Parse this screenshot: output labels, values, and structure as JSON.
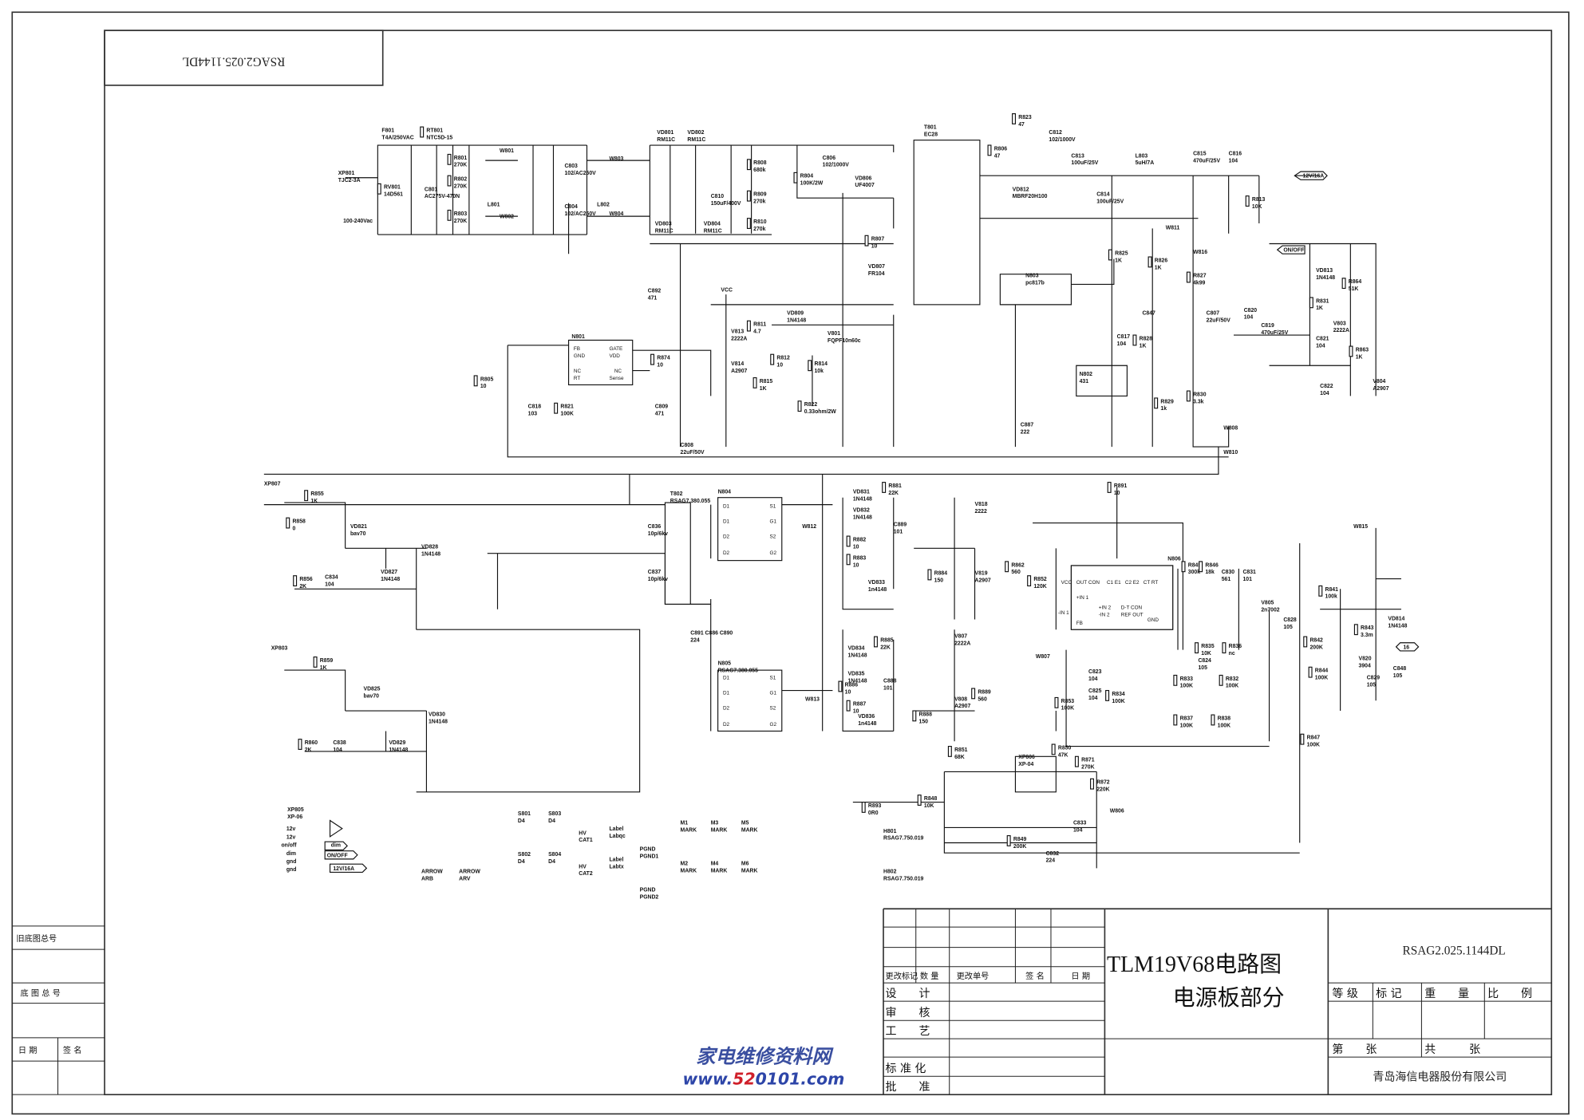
{
  "drawing_number": "RSAG2.025.1144DL",
  "drawing_number_rotated": "RSAG2.025.1144DL",
  "title_block": {
    "title_line1": "TLM19V68电路图",
    "title_line2": "电源板部分",
    "company": "青岛海信电器股份有限公司",
    "revision_headers": [
      "更改标记",
      "数 量",
      "更改单号",
      "签 名",
      "日 期"
    ],
    "sign_rows": [
      "设　　计",
      "审　　核",
      "工　　艺",
      "",
      "标 准 化",
      "批　　准"
    ],
    "grade_headers": [
      "等 级",
      "标 记",
      "重　　量",
      "比　　例"
    ],
    "sheet_label": "第　　张",
    "total_label": "共　　　张"
  },
  "left_strip": {
    "old_base_no": "旧底图总号",
    "base_no": "底 图 总 号",
    "date": "日 期",
    "sign": "签 名"
  },
  "watermark": {
    "cn": "家电维修资料网",
    "url_prefix": "www.",
    "url_red": "52",
    "url_suffix": "0101.com",
    "colors": {
      "blue": "#2d45a8",
      "red": "#d0202a"
    }
  },
  "ic_pins": {
    "n801": [
      "FB",
      "GND",
      "NC",
      "RT",
      "GATE",
      "VDD",
      "NC",
      "Sense"
    ],
    "n804": [
      "D1",
      "D1",
      "D2",
      "D2",
      "S1",
      "G1",
      "S2",
      "G2"
    ],
    "n805": [
      "D1",
      "D1",
      "D2",
      "D2",
      "S1",
      "G1",
      "S2",
      "G2"
    ],
    "n806": [
      "C1 E1",
      "C2 E2",
      "CT RT",
      "OUT CON",
      "+IN 1",
      "-IN 1",
      "FB",
      "+IN 2",
      "-IN 2",
      "D-T CON",
      "REF OUT",
      "GND",
      "VCC"
    ]
  },
  "net_flags": [
    "12V/16A",
    "ON/OFF",
    "VCC",
    "16",
    "dim",
    "ON/OFF",
    "12V/16A"
  ],
  "components": [
    {
      "ref": "F801",
      "value": "T4A/250VAC"
    },
    {
      "ref": "RT801",
      "value": "NTC5D-15"
    },
    {
      "ref": "XP801",
      "value": "TJC2-3A"
    },
    {
      "ref": "",
      "value": "100-240Vac"
    },
    {
      "ref": "RV801",
      "value": "14D561"
    },
    {
      "ref": "C801",
      "value": "AC275V-470N"
    },
    {
      "ref": "R801",
      "value": "270K"
    },
    {
      "ref": "R802",
      "value": "270K"
    },
    {
      "ref": "R803",
      "value": "270K"
    },
    {
      "ref": "W801",
      "value": ""
    },
    {
      "ref": "W802",
      "value": ""
    },
    {
      "ref": "L801",
      "value": ""
    },
    {
      "ref": "C803",
      "value": "102/AC250V"
    },
    {
      "ref": "C804",
      "value": "102/AC250V"
    },
    {
      "ref": "W803",
      "value": ""
    },
    {
      "ref": "W804",
      "value": ""
    },
    {
      "ref": "L802",
      "value": ""
    },
    {
      "ref": "VD801",
      "value": "RM11C"
    },
    {
      "ref": "VD802",
      "value": "RM11C"
    },
    {
      "ref": "VD803",
      "value": "RM11C"
    },
    {
      "ref": "VD804",
      "value": "RM11C"
    },
    {
      "ref": "C810",
      "value": "150uF/400V"
    },
    {
      "ref": "R808",
      "value": "680k"
    },
    {
      "ref": "R809",
      "value": "270k"
    },
    {
      "ref": "R810",
      "value": "270k"
    },
    {
      "ref": "R804",
      "value": "100K/2W"
    },
    {
      "ref": "C806",
      "value": "102/1000V"
    },
    {
      "ref": "VD806",
      "value": "UF4007"
    },
    {
      "ref": "T801",
      "value": "EC28"
    },
    {
      "ref": "R823",
      "value": "47"
    },
    {
      "ref": "R806",
      "value": "47"
    },
    {
      "ref": "C812",
      "value": "102/1000V"
    },
    {
      "ref": "VD812",
      "value": "MBRF20H100"
    },
    {
      "ref": "C813",
      "value": "100uF/25V"
    },
    {
      "ref": "C814",
      "value": "100uF/25V"
    },
    {
      "ref": "L803",
      "value": "5uH/7A"
    },
    {
      "ref": "C815",
      "value": "470uF/25V"
    },
    {
      "ref": "C816",
      "value": "104"
    },
    {
      "ref": "R813",
      "value": "10K"
    },
    {
      "ref": "W811",
      "value": ""
    },
    {
      "ref": "R825",
      "value": "1K"
    },
    {
      "ref": "R826",
      "value": "1K"
    },
    {
      "ref": "W816",
      "value": ""
    },
    {
      "ref": "R827",
      "value": "4k99"
    },
    {
      "ref": "N803",
      "value": "pc817b"
    },
    {
      "ref": "C847",
      "value": ""
    },
    {
      "ref": "C817",
      "value": "104"
    },
    {
      "ref": "R828",
      "value": "1K"
    },
    {
      "ref": "N802",
      "value": "431"
    },
    {
      "ref": "R829",
      "value": "1k"
    },
    {
      "ref": "R830",
      "value": "3.3k"
    },
    {
      "ref": "C807",
      "value": "22uF/50V"
    },
    {
      "ref": "C820",
      "value": "104"
    },
    {
      "ref": "C819",
      "value": "470uF/25V"
    },
    {
      "ref": "VD813",
      "value": "1N4148"
    },
    {
      "ref": "R864",
      "value": "51K"
    },
    {
      "ref": "R831",
      "value": "1K"
    },
    {
      "ref": "V803",
      "value": "2222A"
    },
    {
      "ref": "C821",
      "value": "104"
    },
    {
      "ref": "R863",
      "value": "1K"
    },
    {
      "ref": "V804",
      "value": "A2907"
    },
    {
      "ref": "C822",
      "value": "104"
    },
    {
      "ref": "V801",
      "value": "FQPF10n60c"
    },
    {
      "ref": "R807",
      "value": "10"
    },
    {
      "ref": "VD807",
      "value": "FR104"
    },
    {
      "ref": "C892",
      "value": "471"
    },
    {
      "ref": "N801",
      "value": ""
    },
    {
      "ref": "V813",
      "value": "2222A"
    },
    {
      "ref": "VD809",
      "value": "1N4148"
    },
    {
      "ref": "R811",
      "value": "4.7"
    },
    {
      "ref": "R812",
      "value": "10"
    },
    {
      "ref": "V814",
      "value": "A2907"
    },
    {
      "ref": "R814",
      "value": "10k"
    },
    {
      "ref": "R815",
      "value": "1K"
    },
    {
      "ref": "R822",
      "value": "0.33ohm/2W"
    },
    {
      "ref": "R874",
      "value": "10"
    },
    {
      "ref": "C809",
      "value": "471"
    },
    {
      "ref": "C808",
      "value": "22uF/50V"
    },
    {
      "ref": "R805",
      "value": "10"
    },
    {
      "ref": "C818",
      "value": "103"
    },
    {
      "ref": "R821",
      "value": "100K"
    },
    {
      "ref": "C887",
      "value": "222"
    },
    {
      "ref": "W808",
      "value": ""
    },
    {
      "ref": "W810",
      "value": ""
    },
    {
      "ref": "XP807",
      "value": ""
    },
    {
      "ref": "R855",
      "value": "1K"
    },
    {
      "ref": "R858",
      "value": "0"
    },
    {
      "ref": "VD821",
      "value": "bav70"
    },
    {
      "ref": "VD828",
      "value": "1N4148"
    },
    {
      "ref": "VD827",
      "value": "1N4148"
    },
    {
      "ref": "R856",
      "value": "2K"
    },
    {
      "ref": "C834",
      "value": "104"
    },
    {
      "ref": "T802",
      "value": "RSAG7.380.055"
    },
    {
      "ref": "C836",
      "value": "10p/6kv"
    },
    {
      "ref": "C837",
      "value": "10p/6kv"
    },
    {
      "ref": "N804",
      "value": ""
    },
    {
      "ref": "W812",
      "value": ""
    },
    {
      "ref": "C891 C886 C890",
      "value": "224"
    },
    {
      "ref": "N805",
      "value": "RSAG7.380.055"
    },
    {
      "ref": "W813",
      "value": ""
    },
    {
      "ref": "XP803",
      "value": ""
    },
    {
      "ref": "R859",
      "value": "1K"
    },
    {
      "ref": "VD825",
      "value": "bav70"
    },
    {
      "ref": "VD830",
      "value": "1N4148"
    },
    {
      "ref": "VD829",
      "value": "1N4148"
    },
    {
      "ref": "R860",
      "value": "2K"
    },
    {
      "ref": "C838",
      "value": "104"
    },
    {
      "ref": "R881",
      "value": "22K"
    },
    {
      "ref": "VD831",
      "value": "1N4148"
    },
    {
      "ref": "VD832",
      "value": "1N4148"
    },
    {
      "ref": "C889",
      "value": "101"
    },
    {
      "ref": "R882",
      "value": "10"
    },
    {
      "ref": "R883",
      "value": "10"
    },
    {
      "ref": "VD833",
      "value": "1n4148"
    },
    {
      "ref": "V818",
      "value": "2222"
    },
    {
      "ref": "V819",
      "value": "A2907"
    },
    {
      "ref": "R884",
      "value": "150"
    },
    {
      "ref": "R862",
      "value": "560"
    },
    {
      "ref": "R891",
      "value": "10"
    },
    {
      "ref": "N806",
      "value": ""
    },
    {
      "ref": "R845",
      "value": "300k"
    },
    {
      "ref": "R846",
      "value": "18k"
    },
    {
      "ref": "C830",
      "value": "561"
    },
    {
      "ref": "C831",
      "value": "101"
    },
    {
      "ref": "R852",
      "value": "120K"
    },
    {
      "ref": "V805",
      "value": "2n7002"
    },
    {
      "ref": "C828",
      "value": "105"
    },
    {
      "ref": "W815",
      "value": ""
    },
    {
      "ref": "R841",
      "value": "100k"
    },
    {
      "ref": "R842",
      "value": "200K"
    },
    {
      "ref": "R844",
      "value": "100K"
    },
    {
      "ref": "R843",
      "value": "3.3m"
    },
    {
      "ref": "VD814",
      "value": "1N4148"
    },
    {
      "ref": "V820",
      "value": "3904"
    },
    {
      "ref": "C829",
      "value": "105"
    },
    {
      "ref": "C848",
      "value": "105"
    },
    {
      "ref": "V807",
      "value": "2222A"
    },
    {
      "ref": "R885",
      "value": "22K"
    },
    {
      "ref": "VD834",
      "value": "1N4148"
    },
    {
      "ref": "VD835",
      "value": "1N4148"
    },
    {
      "ref": "R886",
      "value": "10"
    },
    {
      "ref": "C888",
      "value": "101"
    },
    {
      "ref": "R887",
      "value": "10"
    },
    {
      "ref": "VD836",
      "value": "1n4148"
    },
    {
      "ref": "V808",
      "value": "A2907"
    },
    {
      "ref": "R888",
      "value": "150"
    },
    {
      "ref": "R889",
      "value": "560"
    },
    {
      "ref": "W807",
      "value": ""
    },
    {
      "ref": "R853",
      "value": "100K"
    },
    {
      "ref": "C823",
      "value": "104"
    },
    {
      "ref": "C825",
      "value": "104"
    },
    {
      "ref": "R834",
      "value": "100K"
    },
    {
      "ref": "C824",
      "value": "105"
    },
    {
      "ref": "R835",
      "value": "10K"
    },
    {
      "ref": "R836",
      "value": "nc"
    },
    {
      "ref": "R833",
      "value": "100K"
    },
    {
      "ref": "R832",
      "value": "100K"
    },
    {
      "ref": "R837",
      "value": "100K"
    },
    {
      "ref": "R838",
      "value": "100K"
    },
    {
      "ref": "R847",
      "value": "100K"
    },
    {
      "ref": "R851",
      "value": "68K"
    },
    {
      "ref": "XP806",
      "value": "XP-04"
    },
    {
      "ref": "R850",
      "value": "47K"
    },
    {
      "ref": "R871",
      "value": "270K"
    },
    {
      "ref": "R872",
      "value": "220K"
    },
    {
      "ref": "R893",
      "value": "0R0"
    },
    {
      "ref": "R848",
      "value": "10K"
    },
    {
      "ref": "W806",
      "value": ""
    },
    {
      "ref": "C833",
      "value": "104"
    },
    {
      "ref": "R849",
      "value": "200K"
    },
    {
      "ref": "C832",
      "value": "224"
    },
    {
      "ref": "XP805",
      "value": "XP-06"
    },
    {
      "ref": "ARROW",
      "value": "ARB"
    },
    {
      "ref": "ARROW ",
      "value": "ARV"
    },
    {
      "ref": "S801",
      "value": "D4"
    },
    {
      "ref": "S803",
      "value": "D4"
    },
    {
      "ref": "S802",
      "value": "D4"
    },
    {
      "ref": "S804",
      "value": "D4"
    },
    {
      "ref": "HV",
      "value": "CAT1"
    },
    {
      "ref": "HV ",
      "value": "CAT2"
    },
    {
      "ref": "Label",
      "value": "Labqc"
    },
    {
      "ref": "Label ",
      "value": "Labtx"
    },
    {
      "ref": "PGND",
      "value": "PGND1"
    },
    {
      "ref": "PGND ",
      "value": "PGND2"
    },
    {
      "ref": "M1",
      "value": "MARK"
    },
    {
      "ref": "M3",
      "value": "MARK"
    },
    {
      "ref": "M5",
      "value": "MARK"
    },
    {
      "ref": "M2",
      "value": "MARK"
    },
    {
      "ref": "M4",
      "value": "MARK"
    },
    {
      "ref": "M6",
      "value": "MARK"
    },
    {
      "ref": "H801",
      "value": "RSAG7.750.019"
    },
    {
      "ref": "H802",
      "value": "RSAG7.750.019"
    }
  ],
  "xp805_pins": [
    "12v",
    "12v",
    "on/off",
    "dim",
    "gnd",
    "gnd"
  ]
}
